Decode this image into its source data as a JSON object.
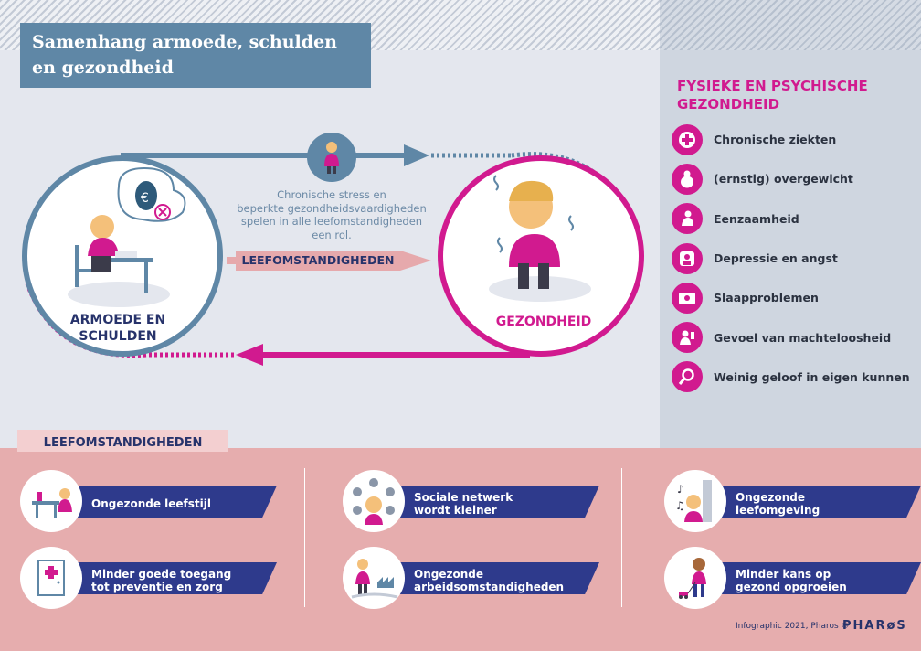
{
  "title": {
    "line1": "Samenhang armoede, schulden",
    "line2": "en gezondheid"
  },
  "diagram": {
    "left_label_line1": "ARMOEDE EN",
    "left_label_line2": "SCHULDEN",
    "right_label": "GEZONDHEID",
    "stress_text_lines": [
      "Chronische stress en",
      "beperkte gezondheidsvaardigheden",
      "spelen in alle leefomstandigheden",
      "een rol."
    ],
    "arrow_label": "LEEFOMSTANDIGHEDEN",
    "icons": [
      "person-icon",
      "money-bag-icon",
      "stressed-woman-icon",
      "sick-woman-icon"
    ]
  },
  "health_panel": {
    "heading_line1": "FYSIEKE EN PSYCHISCHE",
    "heading_line2": "GEZONDHEID",
    "items": [
      {
        "label": "Chronische ziekten",
        "icon": "medical-cross-icon"
      },
      {
        "label": "(ernstig) overgewicht",
        "icon": "overweight-icon"
      },
      {
        "label": "Eenzaamheid",
        "icon": "loneliness-icon"
      },
      {
        "label": "Depressie en angst",
        "icon": "depression-icon"
      },
      {
        "label": "Slaapproblemen",
        "icon": "sleep-icon"
      },
      {
        "label": "Gevoel van machteloosheid",
        "icon": "powerless-icon"
      },
      {
        "label": "Weinig geloof in eigen kunnen",
        "icon": "magnifier-icon"
      }
    ]
  },
  "factors": {
    "heading": "LEEFOMSTANDIGHEDEN",
    "items": [
      {
        "line1": "Ongezonde leefstijl",
        "line2": "",
        "icon": "unhealthy-lifestyle-icon"
      },
      {
        "line1": "Minder goede toegang",
        "line2": "tot preventie en zorg",
        "icon": "first-aid-cabinet-icon"
      },
      {
        "line1": "Sociale netwerk",
        "line2": "wordt kleiner",
        "icon": "social-network-icon"
      },
      {
        "line1": "Ongezonde",
        "line2": "arbeidsomstandigheden",
        "icon": "factory-icon"
      },
      {
        "line1": "Ongezonde",
        "line2": "leefomgeving",
        "icon": "noise-icon"
      },
      {
        "line1": "Minder kans op",
        "line2": "gezond opgroeien",
        "icon": "child-icon"
      }
    ]
  },
  "footer": {
    "credit": "Infographic 2021, Pharos ©",
    "logo": "PHARøS"
  },
  "colors": {
    "blue": "#5f87a6",
    "navy": "#2e3a8c",
    "magenta": "#d11a8f",
    "pink": "#e6adae"
  }
}
